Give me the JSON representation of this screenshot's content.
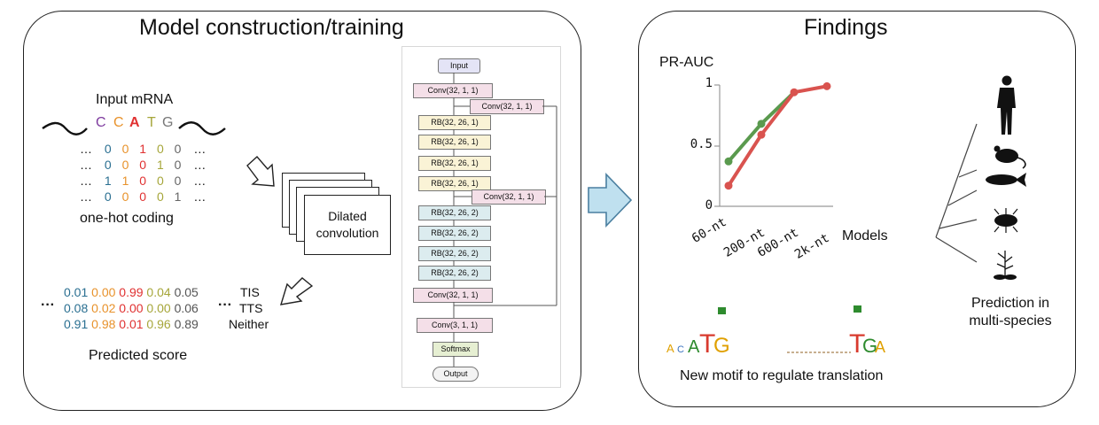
{
  "left_panel": {
    "title": "Model construction/training",
    "input_label": "Input mRNA",
    "sequence": [
      {
        "ch": "C",
        "color": "#7e3b9e"
      },
      {
        "ch": "C",
        "color": "#e8922b"
      },
      {
        "ch": "A",
        "color": "#e03131"
      },
      {
        "ch": "T",
        "color": "#a6a63a"
      },
      {
        "ch": "G",
        "color": "#777777"
      }
    ],
    "onehot_rows": [
      [
        "…",
        "0",
        "0",
        "1",
        "0",
        "0",
        "…"
      ],
      [
        "…",
        "0",
        "0",
        "0",
        "1",
        "0",
        "…"
      ],
      [
        "…",
        "1",
        "1",
        "0",
        "0",
        "0",
        "…"
      ],
      [
        "…",
        "0",
        "0",
        "0",
        "0",
        "1",
        "…"
      ]
    ],
    "onehot_label": "one-hot coding",
    "dilated_label_1": "Dilated",
    "dilated_label_2": "convolution",
    "score_rows": [
      [
        "0.01",
        "0.00",
        "0.99",
        "0.04",
        "0.05"
      ],
      [
        "0.08",
        "0.02",
        "0.00",
        "0.00",
        "0.06"
      ],
      [
        "0.91",
        "0.98",
        "0.01",
        "0.96",
        "0.89"
      ]
    ],
    "score_dots_left": "···",
    "score_dots_right": "···",
    "classes": [
      "TIS",
      "TTS",
      "Neither"
    ],
    "predicted_label": "Predicted score",
    "flow": {
      "input": "Input",
      "conv_first": "Conv(32, 1, 1)",
      "conv_skip1": "Conv(32, 1, 1)",
      "rb1": [
        "RB(32, 26, 1)",
        "RB(32, 26, 1)",
        "RB(32, 26, 1)",
        "RB(32, 26, 1)"
      ],
      "conv_skip2": "Conv(32, 1, 1)",
      "rb2": [
        "RB(32, 26, 2)",
        "RB(32, 26, 2)",
        "RB(32, 26, 2)",
        "RB(32, 26, 2)"
      ],
      "conv_mid": "Conv(32, 1, 1)",
      "conv_last": "Conv(3, 1, 1)",
      "softmax": "Softmax",
      "output": "Output"
    }
  },
  "right_panel": {
    "title": "Findings",
    "prauc_label": "PR-AUC",
    "xlabel": "Models",
    "motif_label": "New motif to regulate translation",
    "prediction_label_1": "Prediction in",
    "prediction_label_2": "multi-species",
    "species_icons": [
      "human-icon",
      "mouse-icon",
      "fish-icon",
      "insect-icon",
      "plant-icon"
    ]
  },
  "colors": {
    "green": "#5a9a4e",
    "red": "#d9534f",
    "arrow_fill": "#bfe0ef",
    "arrow_stroke": "#4a7fa0",
    "onehot": [
      "#2a6f91",
      "#e8922b",
      "#e03131",
      "#a6a63a",
      "#666666"
    ]
  },
  "chart_data": {
    "type": "line",
    "categories": [
      "60-nt",
      "200-nt",
      "600-nt",
      "2k-nt"
    ],
    "yticks": [
      "0",
      "0.5",
      "1"
    ],
    "ylim": [
      0,
      1
    ],
    "series": [
      {
        "color": "#5a9a4e",
        "values": [
          0.37,
          0.68,
          null,
          null
        ],
        "x_positions": [
          0,
          1
        ]
      },
      {
        "color": "#d9534f",
        "values": [
          0.17,
          0.59,
          0.94,
          0.99
        ]
      }
    ],
    "ylabel": "PR-AUC",
    "xlabel": "Models"
  }
}
